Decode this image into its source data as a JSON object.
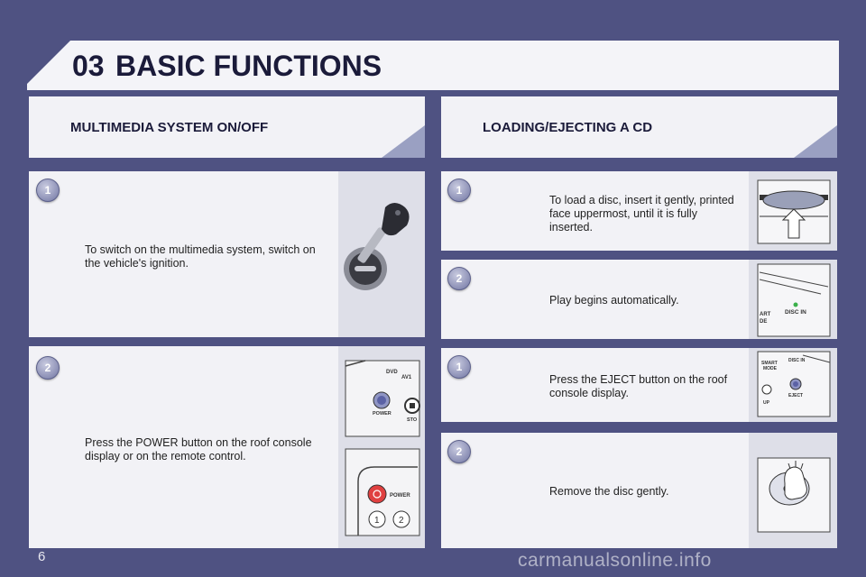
{
  "header": {
    "chapter_number": "03",
    "chapter_title": "BASIC FUNCTIONS"
  },
  "sections": [
    {
      "title": "MULTIMEDIA SYSTEM ON/OFF",
      "steps": [
        {
          "badge": "1",
          "text": "To switch on the multimedia system, switch on the vehicle's ignition.",
          "illustration": "ignition-key"
        },
        {
          "badge": "2",
          "text": "Press the POWER button on the roof console display or on the remote control.",
          "illustration": "power-button"
        }
      ]
    },
    {
      "title": "LOADING/EJECTING A CD",
      "steps": [
        {
          "badge": "1",
          "text": "To load a disc, insert it gently, printed face uppermost, until it is fully inserted.",
          "illustration": "disc-slot"
        },
        {
          "badge": "2",
          "text": "Play begins automatically.",
          "illustration": "disc-in-indicator"
        },
        {
          "badge": "1",
          "text": "Press the EJECT button on the roof console display.",
          "illustration": "eject-button"
        },
        {
          "badge": "2",
          "text": "Remove the disc gently.",
          "illustration": "remove-disc"
        }
      ]
    }
  ],
  "illustration_labels": {
    "dvd": "DVD",
    "av1": "AV1",
    "power": "POWER",
    "stop": "STO",
    "power_remote": "POWER",
    "remote_key1": "1",
    "remote_key2": "2",
    "disc_in": "DISC IN",
    "smart_mode_partial_1": "ART",
    "smart_mode_partial_2": "DE",
    "smart": "SMART",
    "mode": "MODE",
    "disc_in_small": "DISC IN",
    "up": "UP",
    "eject": "EJECT"
  },
  "footer": {
    "page_number": "6",
    "watermark": "carmanualsonline.info"
  },
  "colors": {
    "background": "#4f5282",
    "panel": "#f2f2f6",
    "badge": "#8b8fb5",
    "text": "#1b1b3a"
  }
}
